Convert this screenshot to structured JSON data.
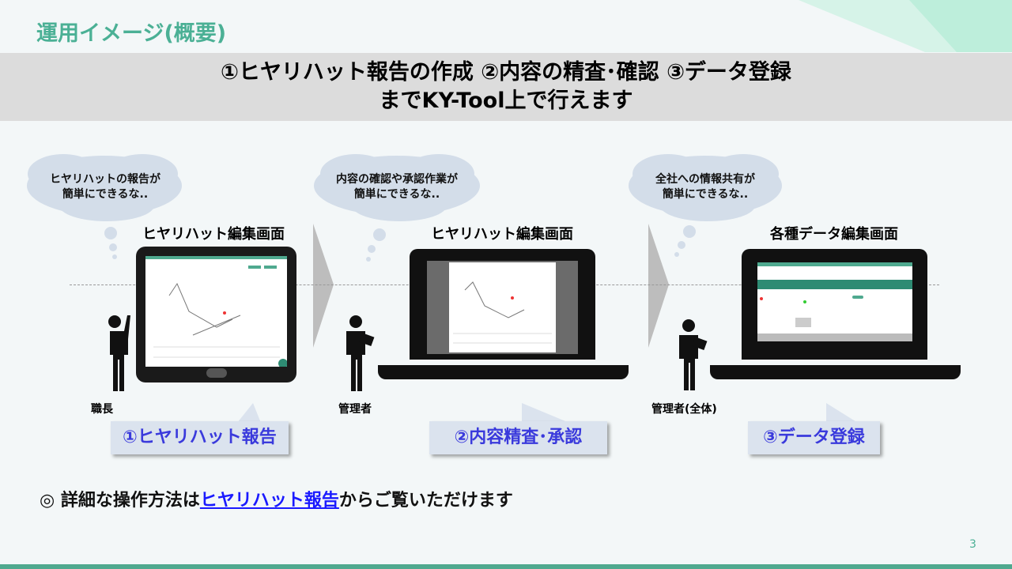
{
  "title": "運用イメージ(概要)",
  "headline": {
    "line1": "①ヒヤリハット報告の作成 ②内容の精査･確認 ③データ登録",
    "line2": "までKY-Tool上で行えます"
  },
  "steps": [
    {
      "thought_line1": "ヒヤリハットの報告が",
      "thought_line2": "簡単にできるな..",
      "screen_label": "ヒヤリハット編集画面",
      "person": "職長",
      "callout": "①ヒヤリハット報告"
    },
    {
      "thought_line1": "内容の確認や承認作業が",
      "thought_line2": "簡単にできるな..",
      "screen_label": "ヒヤリハット編集画面",
      "person": "管理者",
      "callout": "②内容精査･承認"
    },
    {
      "thought_line1": "全社への情報共有が",
      "thought_line2": "簡単にできるな..",
      "screen_label": "各種データ編集画面",
      "person": "管理者(全体)",
      "callout": "③データ登録"
    }
  ],
  "footer": {
    "prefix": "◎ 詳細な操作方法は",
    "link": "ヒヤリハット報告",
    "suffix": "からご覧いただけます"
  },
  "page_number": "3",
  "colors": {
    "accent": "#4bb095",
    "callout_text": "#3a3adc",
    "band": "#dcdcdc"
  }
}
